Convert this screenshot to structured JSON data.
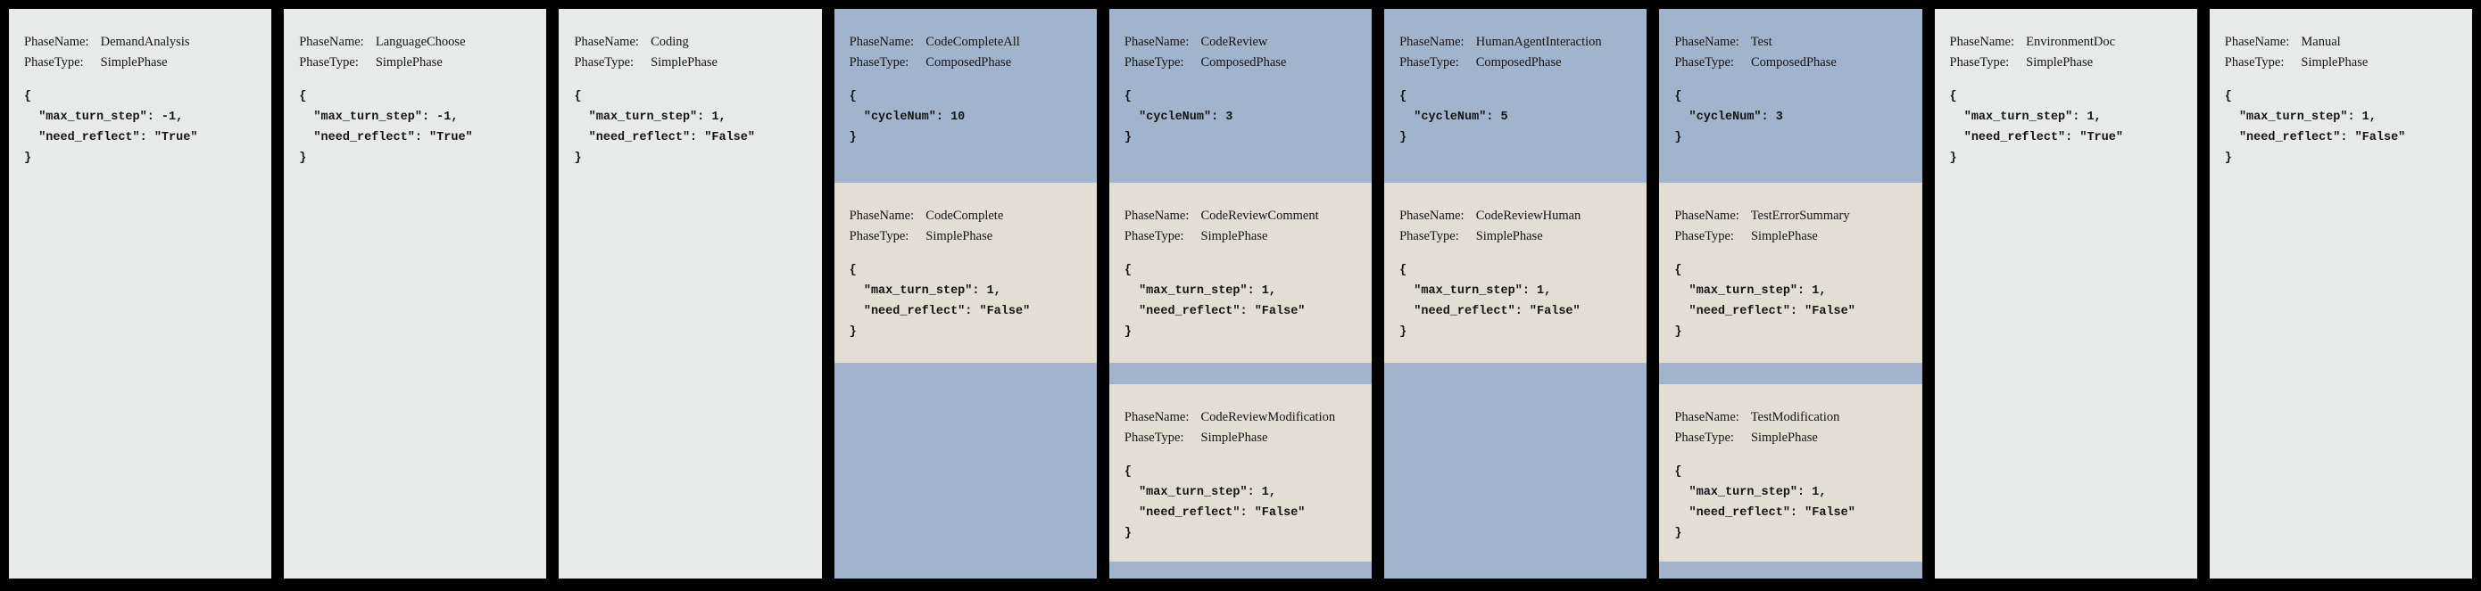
{
  "labels": {
    "phase_name": "PhaseName:",
    "phase_type": "PhaseType:"
  },
  "colors": {
    "canvas_bg": "#000000",
    "simple_phase_bg": "#e8eae9",
    "composed_phase_bg": "#a2b3cc",
    "subphase_bg": "#e2ded4",
    "text": "#141414"
  },
  "phases": [
    {
      "name": "DemandAnalysis",
      "type": "SimplePhase",
      "config": "{\n  \"max_turn_step\": -1,\n  \"need_reflect\": \"True\"\n}",
      "subphases": []
    },
    {
      "name": "LanguageChoose",
      "type": "SimplePhase",
      "config": "{\n  \"max_turn_step\": -1,\n  \"need_reflect\": \"True\"\n}",
      "subphases": []
    },
    {
      "name": "Coding",
      "type": "SimplePhase",
      "config": "{\n  \"max_turn_step\": 1,\n  \"need_reflect\": \"False\"\n}",
      "subphases": []
    },
    {
      "name": "CodeCompleteAll",
      "type": "ComposedPhase",
      "config": "{\n  \"cycleNum\": 10\n}",
      "subphases": [
        {
          "name": "CodeComplete",
          "type": "SimplePhase",
          "config": "{\n  \"max_turn_step\": 1,\n  \"need_reflect\": \"False\"\n}"
        }
      ]
    },
    {
      "name": "CodeReview",
      "type": "ComposedPhase",
      "config": "{\n  \"cycleNum\": 3\n}",
      "subphases": [
        {
          "name": "CodeReviewComment",
          "type": "SimplePhase",
          "config": "{\n  \"max_turn_step\": 1,\n  \"need_reflect\": \"False\"\n}"
        },
        {
          "name": "CodeReviewModification",
          "type": "SimplePhase",
          "config": "{\n  \"max_turn_step\": 1,\n  \"need_reflect\": \"False\"\n}"
        }
      ]
    },
    {
      "name": "HumanAgentInteraction",
      "type": "ComposedPhase",
      "config": "{\n  \"cycleNum\": 5\n}",
      "subphases": [
        {
          "name": "CodeReviewHuman",
          "type": "SimplePhase",
          "config": "{\n  \"max_turn_step\": 1,\n  \"need_reflect\": \"False\"\n}"
        }
      ]
    },
    {
      "name": "Test",
      "type": "ComposedPhase",
      "config": "{\n  \"cycleNum\": 3\n}",
      "subphases": [
        {
          "name": "TestErrorSummary",
          "type": "SimplePhase",
          "config": "{\n  \"max_turn_step\": 1,\n  \"need_reflect\": \"False\"\n}"
        },
        {
          "name": "TestModification",
          "type": "SimplePhase",
          "config": "{\n  \"max_turn_step\": 1,\n  \"need_reflect\": \"False\"\n}"
        }
      ]
    },
    {
      "name": "EnvironmentDoc",
      "type": "SimplePhase",
      "config": "{\n  \"max_turn_step\": 1,\n  \"need_reflect\": \"True\"\n}",
      "subphases": []
    },
    {
      "name": "Manual",
      "type": "SimplePhase",
      "config": "{\n  \"max_turn_step\": 1,\n  \"need_reflect\": \"False\"\n}",
      "subphases": []
    }
  ]
}
